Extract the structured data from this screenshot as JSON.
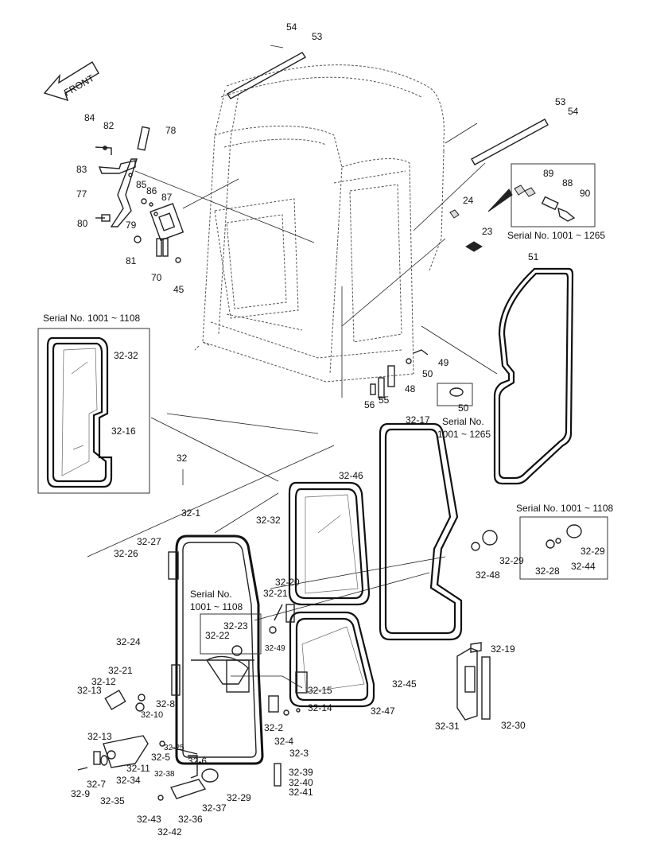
{
  "front_label": "FRONT",
  "serial_notes": {
    "top_right": "Serial No. 1001 ~ 1265",
    "left_box": "Serial No. 1001 ~ 1108",
    "middle_line1": "Serial No.",
    "middle_line2": "1001 ~ 1265",
    "right_box": "Serial No. 1001 ~ 1108",
    "door_line1": "Serial No.",
    "door_line2": "1001 ~ 1108"
  },
  "part_labels": [
    "54",
    "53",
    "53",
    "54",
    "84",
    "82",
    "78",
    "83",
    "77",
    "85",
    "86",
    "87",
    "79",
    "80",
    "81",
    "70",
    "45",
    "89",
    "88",
    "90",
    "24",
    "23",
    "51",
    "49",
    "50",
    "48",
    "56",
    "55",
    "50",
    "32-17",
    "32-32",
    "32-16",
    "32",
    "32-46",
    "32-32",
    "32-1",
    "32-27",
    "32-26",
    "32-20",
    "32-21",
    "32-23",
    "32-22",
    "32-49",
    "32-29",
    "32-48",
    "32-29",
    "32-28",
    "32-44",
    "32-19",
    "32-24",
    "32-21",
    "32-12",
    "32-13",
    "32-8",
    "32-10",
    "32-15",
    "32-14",
    "32-45",
    "32-47",
    "32-2",
    "32-4",
    "32-3",
    "32-31",
    "32-30",
    "32-13",
    "32-25",
    "32-5",
    "32-6",
    "32-11",
    "32-34",
    "32-7",
    "32-9",
    "32-35",
    "32-38",
    "32-39",
    "32-40",
    "32-41",
    "32-29",
    "32-37",
    "32-36",
    "32-43",
    "32-42"
  ]
}
